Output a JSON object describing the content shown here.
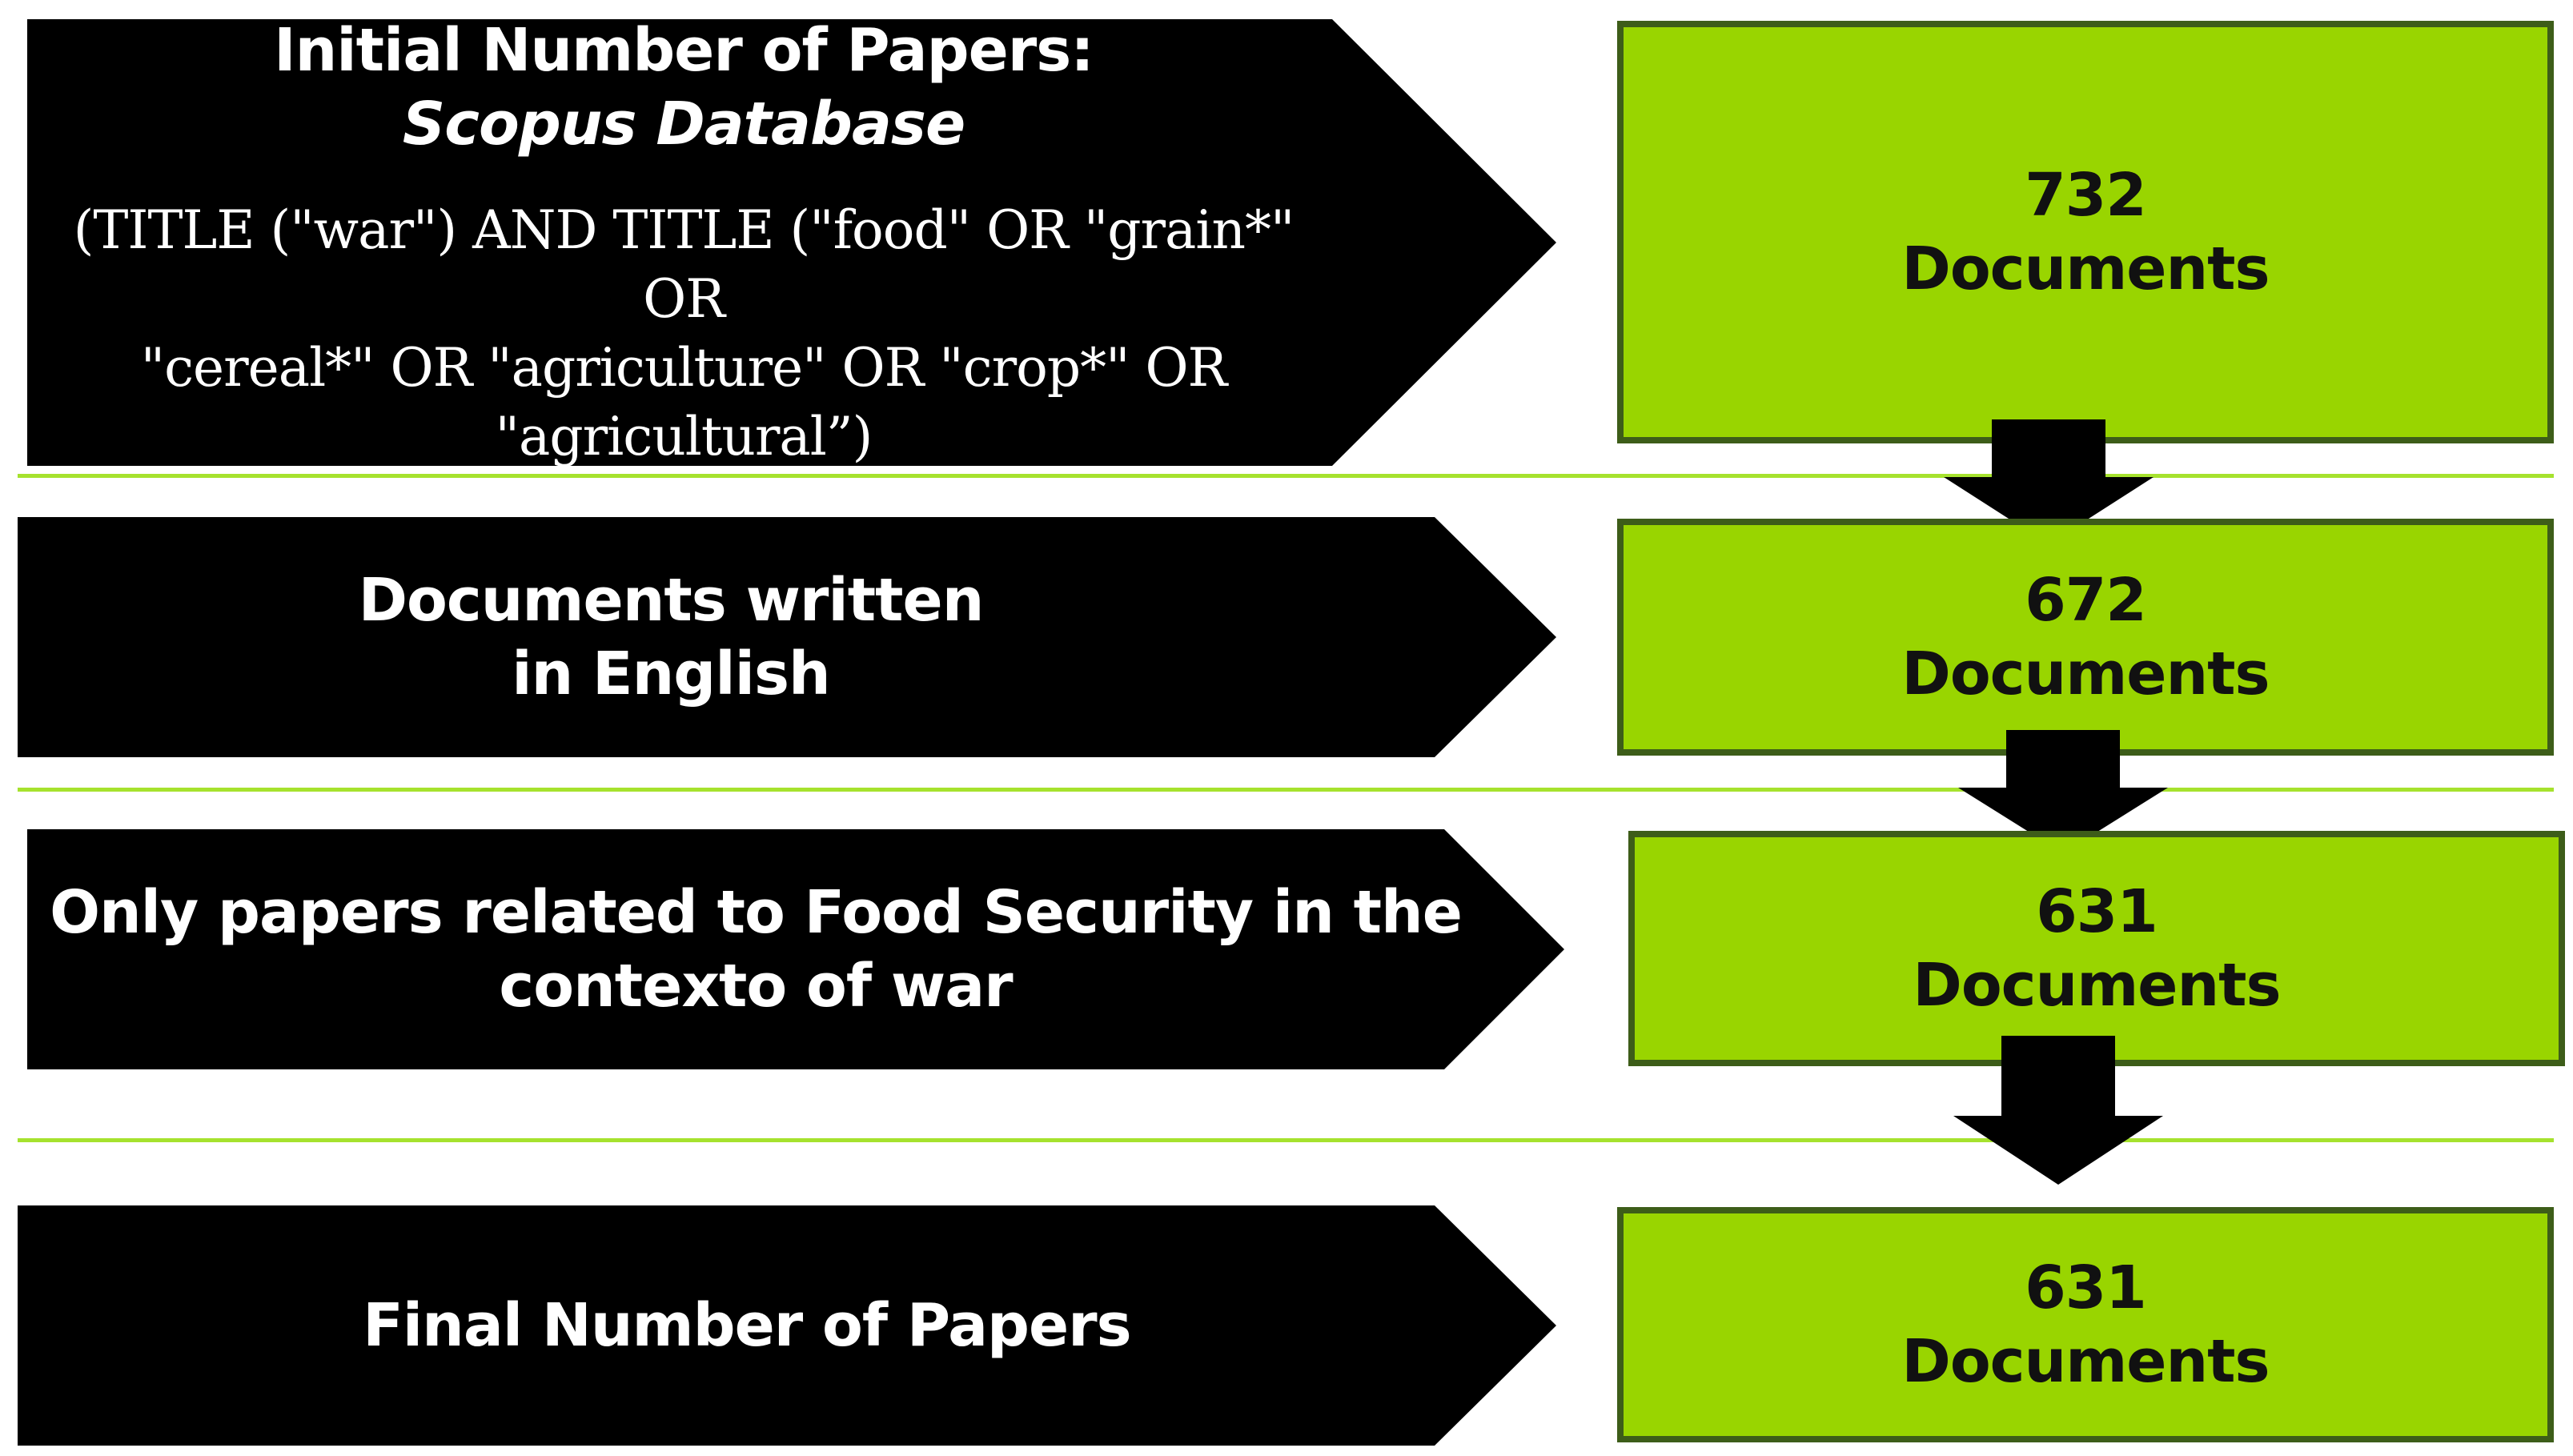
{
  "stages": [
    {
      "title_line1": "Initial Number of Papers:",
      "title_line2": "Scopus Database",
      "query_line1": "(TITLE (\"war\") AND TITLE (\"food\" OR \"grain*\" OR",
      "query_line2": "\"cereal*\" OR \"agriculture\" OR \"crop*\" OR",
      "query_line3": "\"agricultural”)",
      "count": "732",
      "unit": "Documents"
    },
    {
      "title_line1": "Documents written",
      "title_line2": "in English",
      "count": "672",
      "unit": "Documents"
    },
    {
      "title_line1": "Only papers related to Food Security in the",
      "title_line2": "contexto of war",
      "count": "631",
      "unit": "Documents"
    },
    {
      "title_line1": "Final Number of Papers",
      "count": "631",
      "unit": "Documents"
    }
  ],
  "colors": {
    "stage_fill": "#000000",
    "stage_text": "#ffffff",
    "box_fill": "#99d500",
    "box_border": "#3d5d19",
    "separator": "#a6e22e",
    "arrow": "#000000"
  }
}
